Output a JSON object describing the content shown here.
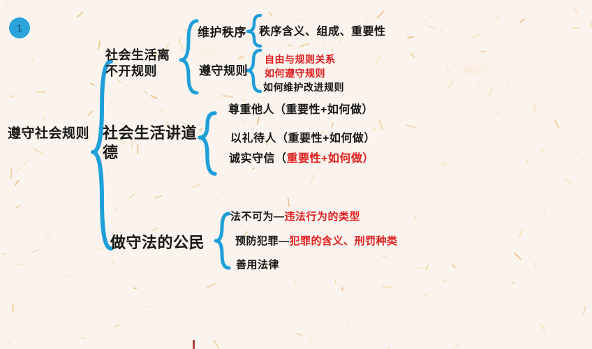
{
  "page": {
    "badge": "1"
  },
  "root": {
    "label": "遵守社会规则"
  },
  "branches": [
    {
      "label": "社会生活离不开规则",
      "children": [
        {
          "label": "维护秩序",
          "leaves": [
            {
              "black": "秩序含义、组成、重要性"
            }
          ]
        },
        {
          "label": "遵守规则",
          "leaves": [
            {
              "red": "自由与规则关系"
            },
            {
              "red": "如何遵守规则"
            },
            {
              "black": "如何维护改进规则"
            }
          ]
        }
      ]
    },
    {
      "label": "社会生活讲道德",
      "leaves": [
        {
          "black": "尊重他人（重要性+如何做）"
        },
        {
          "black": "以礼待人（重要性+如何做）"
        },
        {
          "black": "诚实守信（",
          "red": "重要性+如何做）"
        }
      ]
    },
    {
      "label": "做守法的公民",
      "leaves": [
        {
          "black": "法不可为—",
          "red": "违法行为的类型"
        },
        {
          "black": "预防犯罪—",
          "red": "犯罪的含义、刑罚种类"
        },
        {
          "black": "善用法律"
        }
      ]
    }
  ],
  "colors": {
    "accent_blue": "#1f9fd8",
    "text_red": "#df1e1e",
    "text_black": "#161616",
    "background": "#fbf4ee"
  }
}
